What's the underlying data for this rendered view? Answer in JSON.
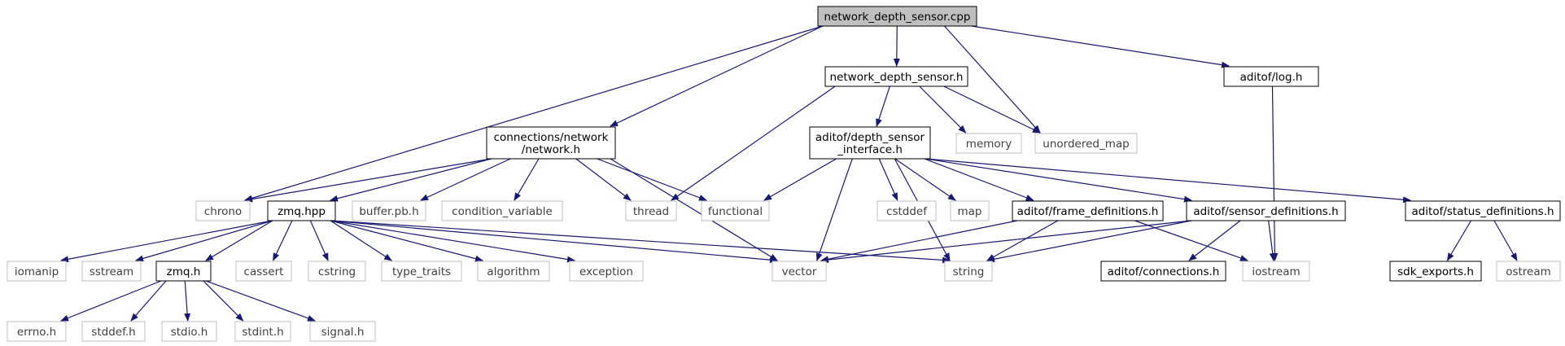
{
  "colors": {
    "edge": "#191970",
    "documented_border": "#000000",
    "external_border": "#bfbfbf",
    "external_text": "#404040",
    "root_fill": "#bfbfbf",
    "text": "#000000"
  },
  "nodes": [
    {
      "id": "root",
      "lines": [
        "network_depth_sensor.cpp"
      ],
      "kind": "root"
    },
    {
      "id": "nds_h",
      "lines": [
        "network_depth_sensor.h"
      ],
      "kind": "doc"
    },
    {
      "id": "log_h",
      "lines": [
        "aditof/log.h"
      ],
      "kind": "doc"
    },
    {
      "id": "network_h",
      "lines": [
        "connections/network",
        "/network.h"
      ],
      "kind": "doc"
    },
    {
      "id": "dsi_h",
      "lines": [
        "aditof/depth_sensor",
        "_interface.h"
      ],
      "kind": "doc"
    },
    {
      "id": "memory",
      "lines": [
        "memory"
      ],
      "kind": "ext"
    },
    {
      "id": "unordered_map",
      "lines": [
        "unordered_map"
      ],
      "kind": "ext"
    },
    {
      "id": "chrono",
      "lines": [
        "chrono"
      ],
      "kind": "ext"
    },
    {
      "id": "zmq_hpp",
      "lines": [
        "zmq.hpp"
      ],
      "kind": "doc"
    },
    {
      "id": "buffer_pb",
      "lines": [
        "buffer.pb.h"
      ],
      "kind": "ext"
    },
    {
      "id": "condvar",
      "lines": [
        "condition_variable"
      ],
      "kind": "ext"
    },
    {
      "id": "thread",
      "lines": [
        "thread"
      ],
      "kind": "ext"
    },
    {
      "id": "functional",
      "lines": [
        "functional"
      ],
      "kind": "ext"
    },
    {
      "id": "cstddef",
      "lines": [
        "cstddef"
      ],
      "kind": "ext"
    },
    {
      "id": "map",
      "lines": [
        "map"
      ],
      "kind": "ext"
    },
    {
      "id": "frame_defs",
      "lines": [
        "aditof/frame_definitions.h"
      ],
      "kind": "doc"
    },
    {
      "id": "sensor_defs",
      "lines": [
        "aditof/sensor_definitions.h"
      ],
      "kind": "doc"
    },
    {
      "id": "status_defs",
      "lines": [
        "aditof/status_definitions.h"
      ],
      "kind": "doc"
    },
    {
      "id": "iomanip",
      "lines": [
        "iomanip"
      ],
      "kind": "ext"
    },
    {
      "id": "sstream",
      "lines": [
        "sstream"
      ],
      "kind": "ext"
    },
    {
      "id": "zmq_h",
      "lines": [
        "zmq.h"
      ],
      "kind": "doc"
    },
    {
      "id": "cassert",
      "lines": [
        "cassert"
      ],
      "kind": "ext"
    },
    {
      "id": "cstring",
      "lines": [
        "cstring"
      ],
      "kind": "ext"
    },
    {
      "id": "type_traits",
      "lines": [
        "type_traits"
      ],
      "kind": "ext"
    },
    {
      "id": "algorithm",
      "lines": [
        "algorithm"
      ],
      "kind": "ext"
    },
    {
      "id": "exception",
      "lines": [
        "exception"
      ],
      "kind": "ext"
    },
    {
      "id": "vector",
      "lines": [
        "vector"
      ],
      "kind": "ext"
    },
    {
      "id": "string",
      "lines": [
        "string"
      ],
      "kind": "ext"
    },
    {
      "id": "iostream",
      "lines": [
        "iostream"
      ],
      "kind": "ext"
    },
    {
      "id": "connections_h",
      "lines": [
        "aditof/connections.h"
      ],
      "kind": "doc"
    },
    {
      "id": "sdk_exports",
      "lines": [
        "sdk_exports.h"
      ],
      "kind": "doc"
    },
    {
      "id": "ostream",
      "lines": [
        "ostream"
      ],
      "kind": "ext"
    },
    {
      "id": "errno_h",
      "lines": [
        "errno.h"
      ],
      "kind": "ext"
    },
    {
      "id": "stddef_h",
      "lines": [
        "stddef.h"
      ],
      "kind": "ext"
    },
    {
      "id": "stdio_h",
      "lines": [
        "stdio.h"
      ],
      "kind": "ext"
    },
    {
      "id": "stdint_h",
      "lines": [
        "stdint.h"
      ],
      "kind": "ext"
    },
    {
      "id": "signal_h",
      "lines": [
        "signal.h"
      ],
      "kind": "ext"
    }
  ],
  "edges": [
    [
      "root",
      "nds_h"
    ],
    [
      "root",
      "log_h"
    ],
    [
      "root",
      "network_h"
    ],
    [
      "root",
      "chrono"
    ],
    [
      "root",
      "unordered_map"
    ],
    [
      "nds_h",
      "dsi_h"
    ],
    [
      "nds_h",
      "memory"
    ],
    [
      "nds_h",
      "unordered_map"
    ],
    [
      "nds_h",
      "thread"
    ],
    [
      "log_h",
      "iostream"
    ],
    [
      "network_h",
      "chrono"
    ],
    [
      "network_h",
      "zmq_hpp"
    ],
    [
      "network_h",
      "buffer_pb"
    ],
    [
      "network_h",
      "condvar"
    ],
    [
      "network_h",
      "thread"
    ],
    [
      "network_h",
      "functional"
    ],
    [
      "network_h",
      "vector"
    ],
    [
      "dsi_h",
      "functional"
    ],
    [
      "dsi_h",
      "cstddef"
    ],
    [
      "dsi_h",
      "map"
    ],
    [
      "dsi_h",
      "frame_defs"
    ],
    [
      "dsi_h",
      "sensor_defs"
    ],
    [
      "dsi_h",
      "status_defs"
    ],
    [
      "dsi_h",
      "vector"
    ],
    [
      "dsi_h",
      "string"
    ],
    [
      "zmq_hpp",
      "iomanip"
    ],
    [
      "zmq_hpp",
      "sstream"
    ],
    [
      "zmq_hpp",
      "zmq_h"
    ],
    [
      "zmq_hpp",
      "cassert"
    ],
    [
      "zmq_hpp",
      "cstring"
    ],
    [
      "zmq_hpp",
      "type_traits"
    ],
    [
      "zmq_hpp",
      "algorithm"
    ],
    [
      "zmq_hpp",
      "exception"
    ],
    [
      "zmq_hpp",
      "vector"
    ],
    [
      "zmq_hpp",
      "string"
    ],
    [
      "frame_defs",
      "vector"
    ],
    [
      "frame_defs",
      "string"
    ],
    [
      "frame_defs",
      "iostream"
    ],
    [
      "sensor_defs",
      "vector"
    ],
    [
      "sensor_defs",
      "string"
    ],
    [
      "sensor_defs",
      "iostream"
    ],
    [
      "sensor_defs",
      "connections_h"
    ],
    [
      "status_defs",
      "sdk_exports"
    ],
    [
      "status_defs",
      "ostream"
    ],
    [
      "zmq_h",
      "errno_h"
    ],
    [
      "zmq_h",
      "stddef_h"
    ],
    [
      "zmq_h",
      "stdio_h"
    ],
    [
      "zmq_h",
      "stdint_h"
    ],
    [
      "zmq_h",
      "signal_h"
    ]
  ]
}
